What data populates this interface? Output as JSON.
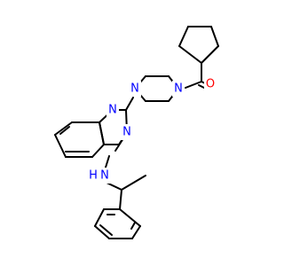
{
  "molecule": {
    "atoms": {
      "n_quinazoline_1": "N",
      "n_quinazoline_3": "N",
      "n_piperazine_1": "N",
      "n_piperazine_4": "N",
      "o_carbonyl": "O",
      "n_amine": "N",
      "h_amine": "H"
    }
  },
  "colors": {
    "bond": "#000000",
    "nitrogen": "#0000ff",
    "oxygen": "#ff0000",
    "background": "#ffffff"
  }
}
